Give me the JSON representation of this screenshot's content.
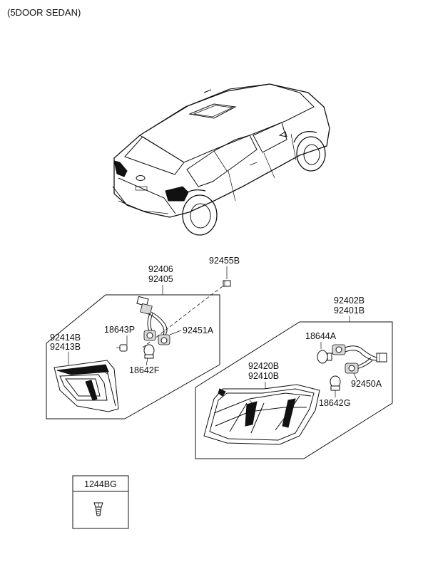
{
  "header": {
    "title": "(5DOOR SEDAN)"
  },
  "callouts": {
    "p92406": "92406",
    "p92405": "92405",
    "p92455B": "92455B",
    "p18643P": "18643P",
    "p92451A": "92451A",
    "p92414B": "92414B",
    "p92413B": "92413B",
    "p18642F": "18642F",
    "p92402B": "92402B",
    "p92401B": "92401B",
    "p18644A": "18644A",
    "p92420B": "92420B",
    "p92410B": "92410B",
    "p92450A": "92450A",
    "p18642G": "18642G"
  },
  "fastener_box": {
    "label": "1244BG"
  }
}
